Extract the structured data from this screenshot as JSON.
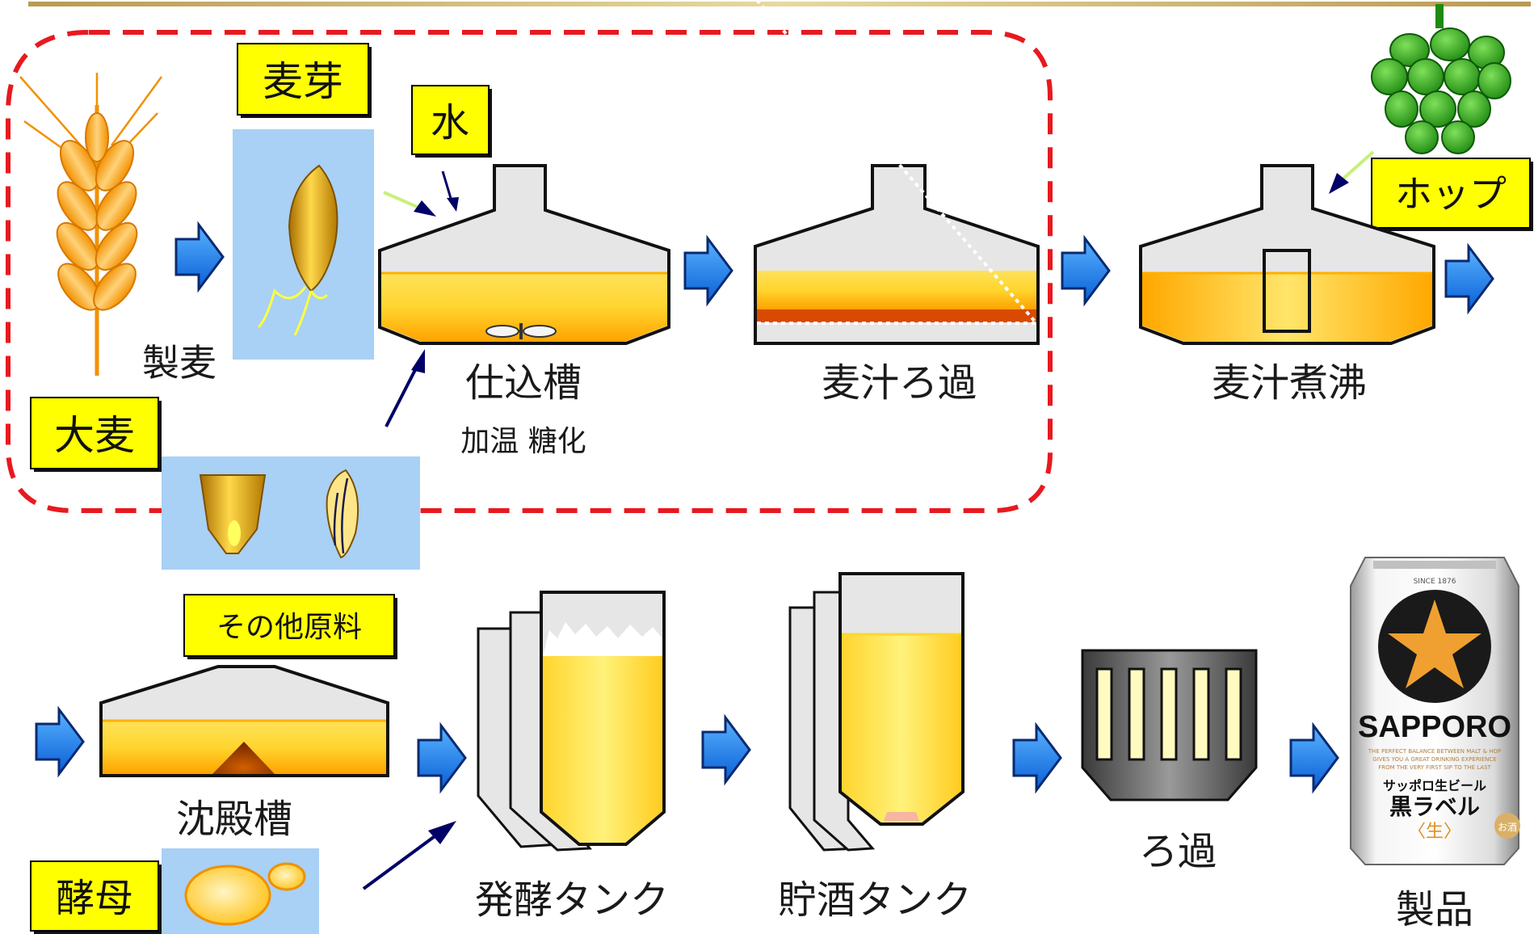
{
  "labels": {
    "malt": "麦芽",
    "water": "水",
    "hop": "ホップ",
    "barley": "大麦",
    "other_materials": "その他原料",
    "yeast": "酵母"
  },
  "steps": {
    "malting": "製麦",
    "mash_tun": "仕込槽",
    "mash_sub": "加温 糖化",
    "lautering": "麦汁ろ過",
    "boiling": "麦汁煮沸",
    "settling": "沈殿槽",
    "fermentation": "発酵タンク",
    "storage": "貯酒タンク",
    "filtration": "ろ過",
    "product": "製品"
  },
  "can": {
    "brand": "SAPPORO",
    "since": "SINCE 1876",
    "sub_brand": "サッポロ生ビール",
    "product_name": "黒ラベル",
    "nama": "〈生〉",
    "badge": "お酒",
    "tagline_1": "THE PERFECT BALANCE BETWEEN MALT & HOP",
    "tagline_2": "GIVES YOU A GREAT DRINKING EXPERIENCE",
    "tagline_3": "FROM THE VERY FIRST SIP TO THE LAST"
  },
  "colors": {
    "arrow": "#1e7bf0",
    "label_bg": "#ffff00",
    "dashed_border": "#e8191f",
    "liquid": "#ffb400",
    "vessel": "#e6e6e6"
  }
}
